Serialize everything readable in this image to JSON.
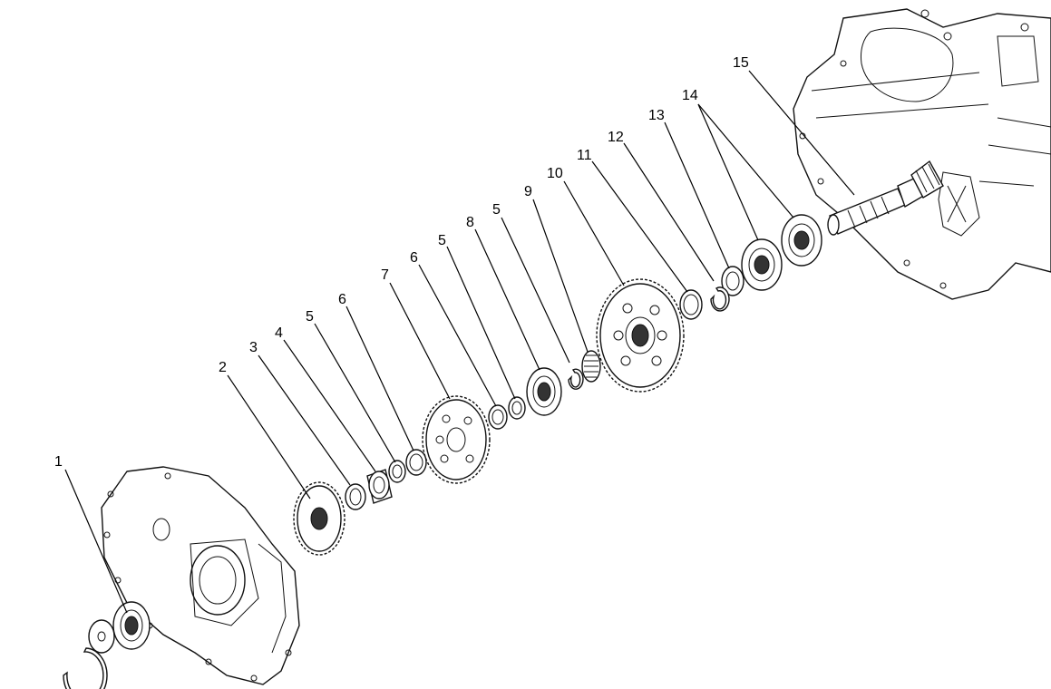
{
  "callouts": [
    {
      "label": "1"
    },
    {
      "label": "2"
    },
    {
      "label": "3"
    },
    {
      "label": "4"
    },
    {
      "label": "5"
    },
    {
      "label": "6"
    },
    {
      "label": "7"
    },
    {
      "label": "6"
    },
    {
      "label": "5"
    },
    {
      "label": "8"
    },
    {
      "label": "5"
    },
    {
      "label": "9"
    },
    {
      "label": "10"
    },
    {
      "label": "11"
    },
    {
      "label": "12"
    },
    {
      "label": "13"
    },
    {
      "label": "14"
    },
    {
      "label": "15"
    }
  ]
}
